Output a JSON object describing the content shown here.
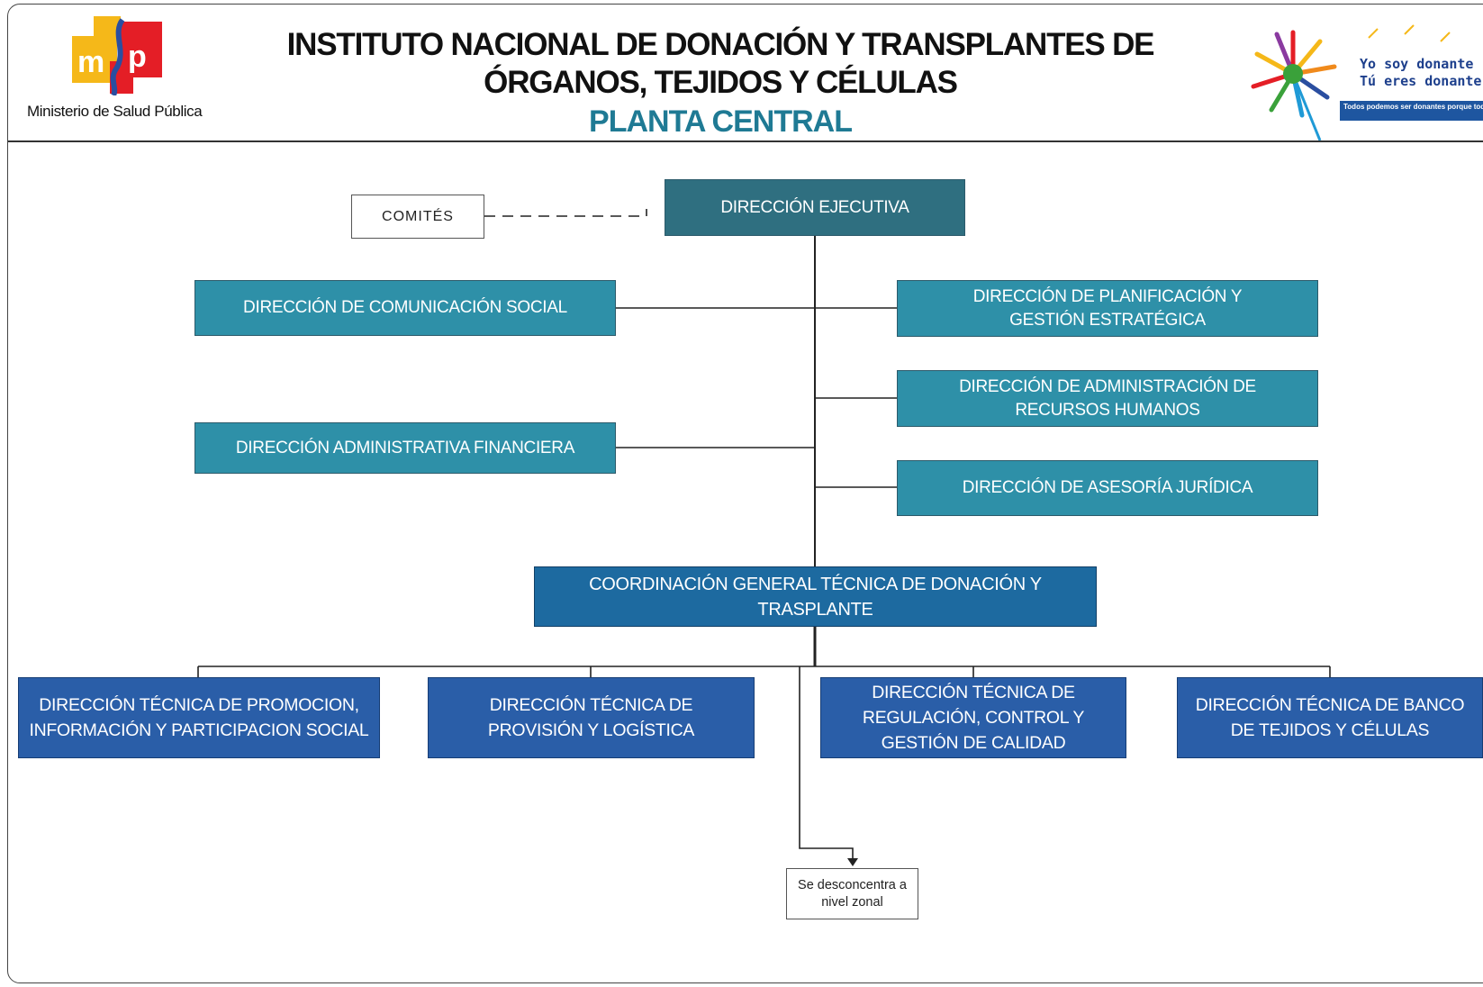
{
  "header": {
    "title_line1": "INSTITUTO NACIONAL DE DONACIÓN Y TRANSPLANTES DE",
    "title_line2": "ÓRGANOS, TEJIDOS Y CÉLULAS",
    "subtitle": "PLANTA CENTRAL",
    "logo_caption": "Ministerio de Salud Pública",
    "logo_letters": "m|sp",
    "campaign_line1": "Yo soy donante",
    "campaign_line2": "Tú eres donante",
    "campaign_strip": "Todos podemos ser donantes porque todos podemos sumarnos"
  },
  "chart": {
    "committees": "COMITÉS",
    "executive": "DIRECCIÓN EJECUTIVA",
    "left_units": [
      "DIRECCIÓN DE COMUNICACIÓN SOCIAL",
      "DIRECCIÓN ADMINISTRATIVA FINANCIERA"
    ],
    "right_units": [
      "DIRECCIÓN DE PLANIFICACIÓN Y GESTIÓN ESTRATÉGICA",
      "DIRECCIÓN DE ADMINISTRACIÓN DE RECURSOS HUMANOS",
      "DIRECCIÓN DE ASESORÍA JURÍDICA"
    ],
    "coordination": "COORDINACIÓN GENERAL TÉCNICA DE DONACIÓN Y TRASPLANTE",
    "technical_units": [
      "DIRECCIÓN TÉCNICA DE PROMOCION, INFORMACIÓN  Y PARTICIPACION SOCIAL",
      "DIRECCIÓN TÉCNICA DE PROVISIÓN Y LOGÍSTICA",
      "DIRECCIÓN TÉCNICA DE REGULACIÓN, CONTROL Y GESTIÓN DE CALIDAD",
      "DIRECCIÓN TÉCNICA DE BANCO DE TEJIDOS Y CÉLULAS"
    ],
    "note": "Se desconcentra a nivel zonal"
  }
}
